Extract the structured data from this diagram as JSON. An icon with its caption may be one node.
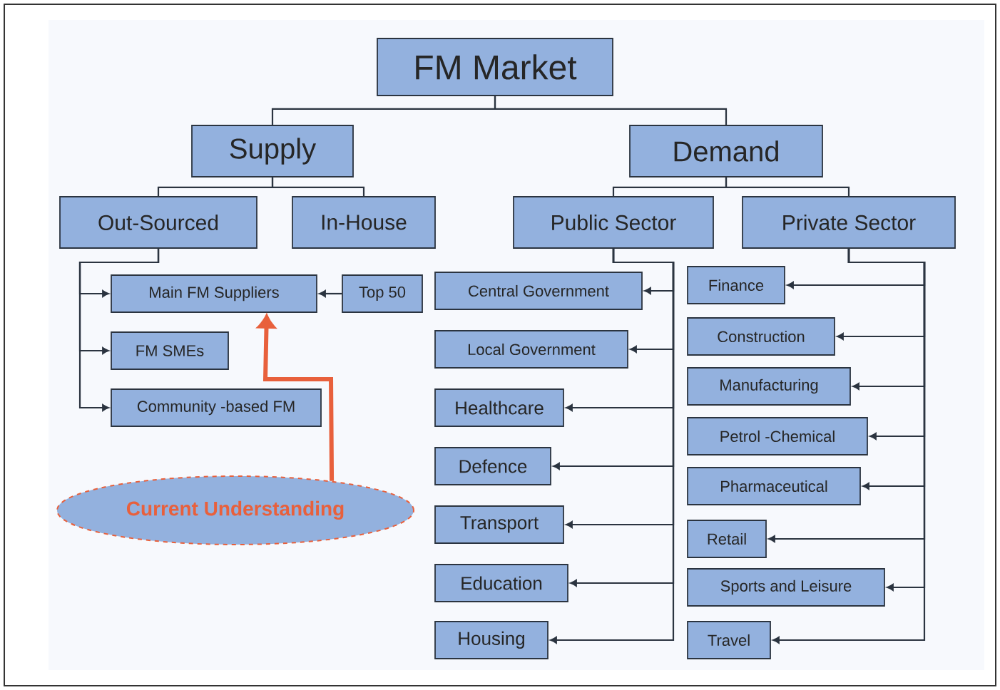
{
  "diagram": {
    "nodes": [
      {
        "text": [
          "FM Market"
        ]
      },
      {
        "text": [
          "Supply"
        ]
      },
      {
        "text": [
          "Demand"
        ]
      },
      {
        "text": [
          "Out-Sourced"
        ]
      },
      {
        "text": [
          "In-House"
        ]
      },
      {
        "text": [
          "Public Sector"
        ]
      },
      {
        "text": [
          "Private Sector"
        ]
      },
      {
        "text": [
          "Main FM Suppliers"
        ]
      },
      {
        "text": [
          "Top 50"
        ]
      },
      {
        "text": [
          "FM SMEs"
        ]
      },
      {
        "text": [
          "Community -based FM"
        ]
      },
      {
        "text": [
          "Central Government"
        ]
      },
      {
        "text": [
          "Local Government"
        ]
      },
      {
        "text": [
          "Healthcare"
        ]
      },
      {
        "text": [
          "Defence"
        ]
      },
      {
        "text": [
          "Transport"
        ]
      },
      {
        "text": [
          "Education"
        ]
      },
      {
        "text": [
          "Housing"
        ]
      },
      {
        "text": [
          "Finance"
        ]
      },
      {
        "text": [
          "Construction"
        ]
      },
      {
        "text": [
          "Manufacturing"
        ]
      },
      {
        "text": [
          "Petrol -Chemical"
        ]
      },
      {
        "text": [
          "Pharmaceutical"
        ]
      },
      {
        "text": [
          "Retail"
        ]
      },
      {
        "text": [
          "Sports and Leisure"
        ]
      },
      {
        "text": [
          "Travel"
        ]
      },
      {
        "text": [
          "Current Understanding"
        ]
      }
    ],
    "edges": [
      {
        "from": 0,
        "to": 1,
        "arrow": "none"
      },
      {
        "from": 0,
        "to": 2,
        "arrow": "none"
      },
      {
        "from": 1,
        "to": 3,
        "arrow": "none"
      },
      {
        "from": 1,
        "to": 4,
        "arrow": "none"
      },
      {
        "from": 2,
        "to": 5,
        "arrow": "none"
      },
      {
        "from": 2,
        "to": 6,
        "arrow": "none"
      },
      {
        "from": 3,
        "to": 7,
        "arrow": "to"
      },
      {
        "from": 3,
        "to": 9,
        "arrow": "to"
      },
      {
        "from": 3,
        "to": 10,
        "arrow": "to"
      },
      {
        "from": 8,
        "to": 7,
        "arrow": "to"
      },
      {
        "from": 5,
        "to": 11,
        "arrow": "to"
      },
      {
        "from": 5,
        "to": 12,
        "arrow": "to"
      },
      {
        "from": 5,
        "to": 13,
        "arrow": "to"
      },
      {
        "from": 5,
        "to": 14,
        "arrow": "to"
      },
      {
        "from": 5,
        "to": 15,
        "arrow": "to"
      },
      {
        "from": 5,
        "to": 16,
        "arrow": "to"
      },
      {
        "from": 5,
        "to": 17,
        "arrow": "to"
      },
      {
        "from": 6,
        "to": 18,
        "arrow": "to"
      },
      {
        "from": 6,
        "to": 19,
        "arrow": "to"
      },
      {
        "from": 6,
        "to": 20,
        "arrow": "to"
      },
      {
        "from": 6,
        "to": 21,
        "arrow": "to"
      },
      {
        "from": 6,
        "to": 22,
        "arrow": "to"
      },
      {
        "from": 6,
        "to": 23,
        "arrow": "to"
      },
      {
        "from": 6,
        "to": 24,
        "arrow": "to"
      },
      {
        "from": 6,
        "to": 25,
        "arrow": "to"
      },
      {
        "from": 26,
        "to": 7,
        "arrow": "to",
        "style": "thick",
        "color": "#e8603c"
      }
    ]
  }
}
